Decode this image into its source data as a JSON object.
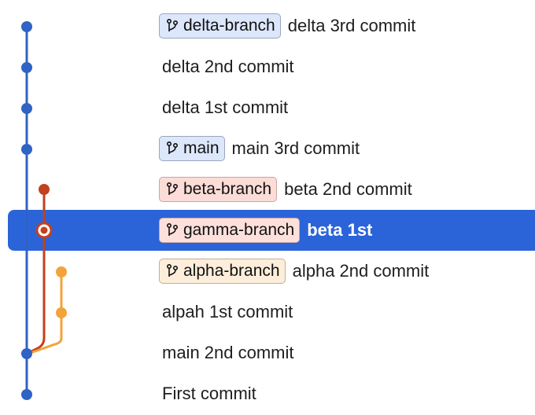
{
  "colors": {
    "main_lane": "#2f63c4",
    "beta_lane": "#c2411e",
    "alpha_lane": "#f2a33a",
    "selection": "#2b64d9"
  },
  "commits": [
    {
      "branch": "delta-branch",
      "message": "delta 3rd commit",
      "tag_color": "blue",
      "selected": false
    },
    {
      "branch": "",
      "message": "delta 2nd commit",
      "tag_color": "",
      "selected": false
    },
    {
      "branch": "",
      "message": "delta 1st commit",
      "tag_color": "",
      "selected": false
    },
    {
      "branch": "main",
      "message": "main 3rd commit",
      "tag_color": "blue",
      "selected": false
    },
    {
      "branch": "beta-branch",
      "message": "beta 2nd commit",
      "tag_color": "red",
      "selected": false
    },
    {
      "branch": "gamma-branch",
      "message": "beta 1st",
      "tag_color": "red",
      "selected": true
    },
    {
      "branch": "alpha-branch",
      "message": "alpha 2nd commit",
      "tag_color": "orange",
      "selected": false
    },
    {
      "branch": "",
      "message": "alpah 1st commit",
      "tag_color": "",
      "selected": false
    },
    {
      "branch": "",
      "message": "main 2nd commit",
      "tag_color": "",
      "selected": false
    },
    {
      "branch": "",
      "message": "First commit",
      "tag_color": "",
      "selected": false
    }
  ],
  "icons": {
    "branch": "git-branch-icon"
  }
}
